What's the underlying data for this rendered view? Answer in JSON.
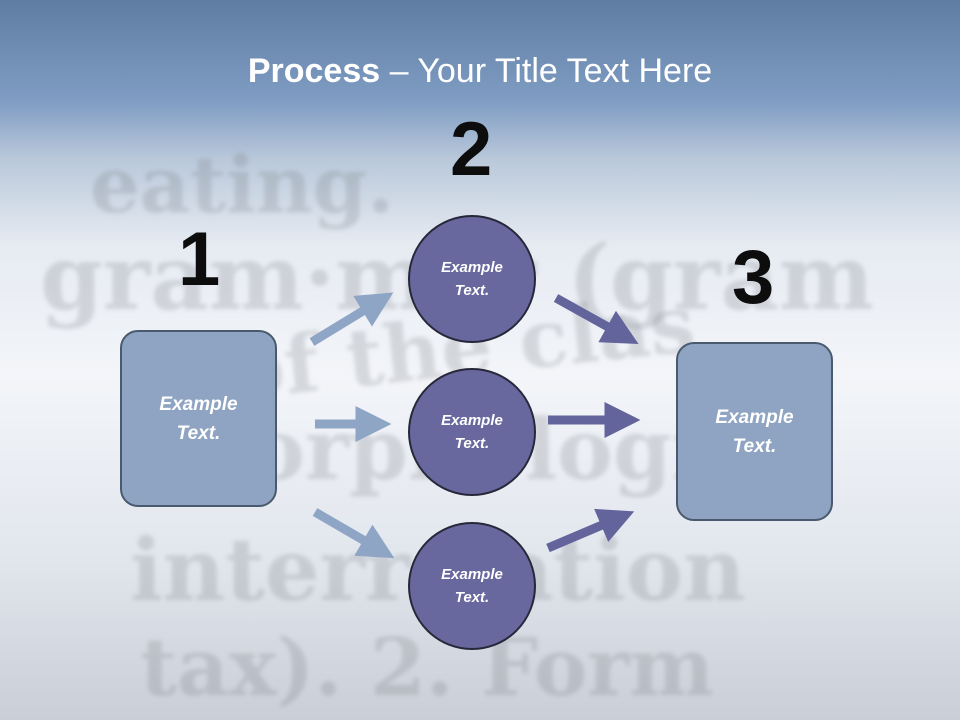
{
  "title": {
    "bold": "Process",
    "rest": " – Your Title Text Here"
  },
  "steps": {
    "one": "1",
    "two": "2",
    "three": "3"
  },
  "nodes": {
    "left_box": "Example Text.",
    "circle_top": "Example Text.",
    "circle_middle": "Example Text.",
    "circle_bottom": "Example Text.",
    "right_box": "Example Text."
  },
  "colors": {
    "light_arrow": "#8fa5c6",
    "dark_arrow": "#64649c",
    "box_fill": "#8ea4c2",
    "circle_fill": "#68679e"
  }
}
